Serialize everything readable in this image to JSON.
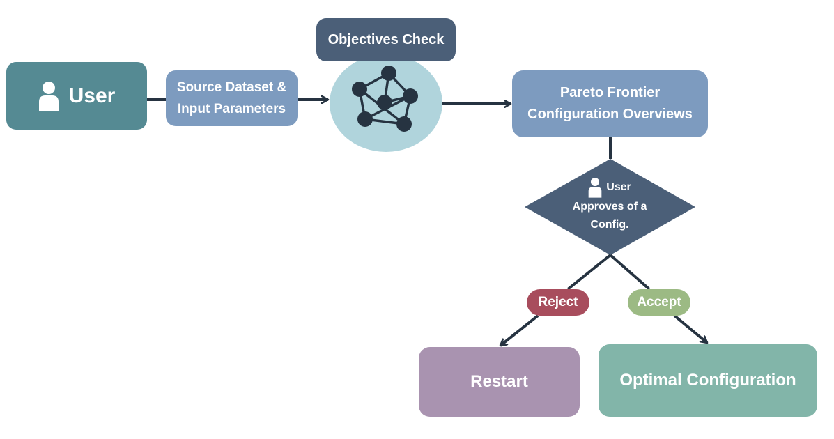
{
  "colors": {
    "user_box": "#558a93",
    "source_box": "#7d9bbf",
    "objectives_box": "#4b5f78",
    "network_circle": "#b0d4dc",
    "network_nodes": "#263341",
    "pareto_box": "#7d9bbf",
    "decision_diamond": "#4b5f78",
    "reject_pill": "#a84d5d",
    "accept_pill": "#9cba84",
    "restart_box": "#a993b0",
    "optimal_box": "#82b5a9",
    "arrows": "#263341"
  },
  "nodes": {
    "user": {
      "label": "User",
      "icon": "person-icon"
    },
    "source": {
      "line1": "Source Dataset &",
      "line2": "Input Parameters"
    },
    "objectives": {
      "label": "Objectives Check",
      "icon": "network-graph-icon"
    },
    "pareto": {
      "line1": "Pareto Frontier",
      "line2": "Configuration Overviews"
    },
    "decision": {
      "line1": "User",
      "line2": "Approves of a",
      "line3": "Config.",
      "icon": "person-icon"
    },
    "reject": {
      "label": "Reject"
    },
    "accept": {
      "label": "Accept"
    },
    "restart": {
      "label": "Restart"
    },
    "optimal": {
      "label": "Optimal Configuration"
    }
  }
}
